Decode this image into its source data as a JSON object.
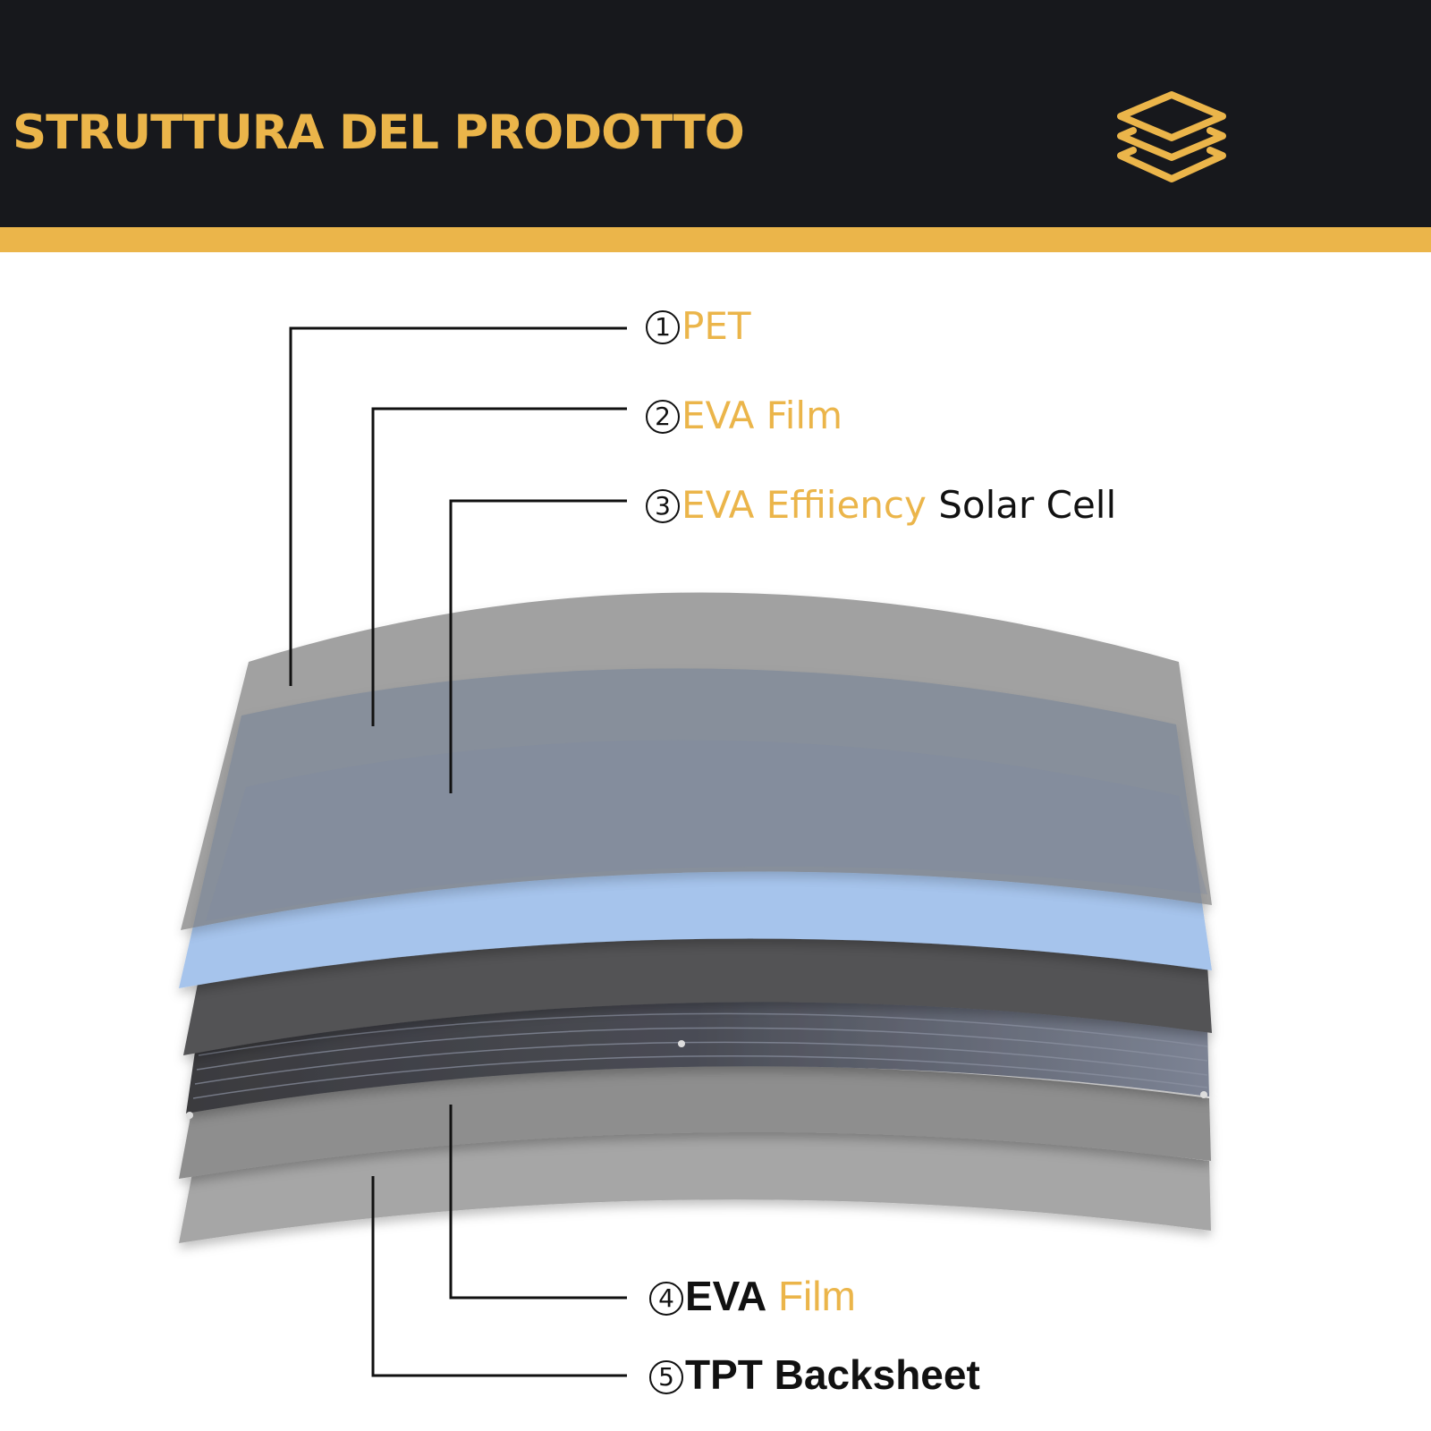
{
  "header": {
    "title": "STRUTTURA DEL PRODOTTO",
    "icon": "layers-icon",
    "accent_color": "#ebb54a",
    "background_color": "#17181c"
  },
  "labels": [
    {
      "number": "1",
      "parts": [
        {
          "text": "PET",
          "color": "gold"
        }
      ]
    },
    {
      "number": "2",
      "parts": [
        {
          "text": "EVA Film",
          "color": "gold"
        }
      ]
    },
    {
      "number": "3",
      "parts": [
        {
          "text": "EVA Effiiency",
          "color": "gold"
        },
        {
          "text": " Solar Cell",
          "color": "dark"
        }
      ]
    },
    {
      "number": "4",
      "parts": [
        {
          "text": "EVA",
          "color": "dark"
        },
        {
          "text": " Film",
          "color": "gold"
        }
      ]
    },
    {
      "number": "5",
      "parts": [
        {
          "text": "TPT Backsheet",
          "color": "dark"
        }
      ]
    }
  ]
}
